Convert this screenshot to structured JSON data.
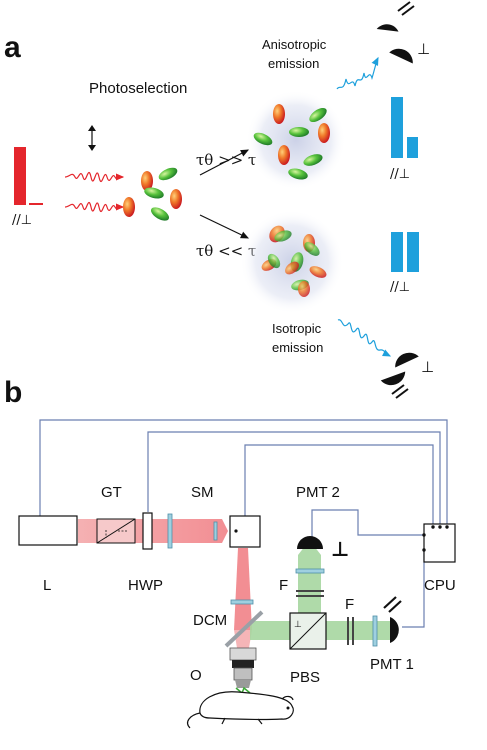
{
  "panel_a": {
    "letter": "a",
    "photoselection": "Photoselection",
    "tau_slow": "τθ >> τ",
    "tau_fast": "τθ << τ",
    "anisotropic": [
      "Anisotropic",
      "emission"
    ],
    "isotropic": [
      "Isotropic",
      "emission"
    ],
    "pol_label": "//⊥",
    "perp": "⊥"
  },
  "panel_b": {
    "letter": "b",
    "labels": {
      "gt": "GT",
      "sm": "SM",
      "pmt2": "PMT 2",
      "l": "L",
      "hwp": "HWP",
      "cpu": "CPU",
      "dcm": "DCM",
      "f": "F",
      "o": "O",
      "pbs": "PBS",
      "pmt1": "PMT 1",
      "perp": "⊥"
    }
  },
  "colors": {
    "excitation": "#e4262c",
    "emission_blue": "#1ea0dc",
    "fluor_green": "#3aaa35",
    "beam_red": "#f3a3a5",
    "beam_green": "#a6d6a0",
    "wire": "#6b7fb0",
    "optic_blue": "#9fd0e0"
  }
}
